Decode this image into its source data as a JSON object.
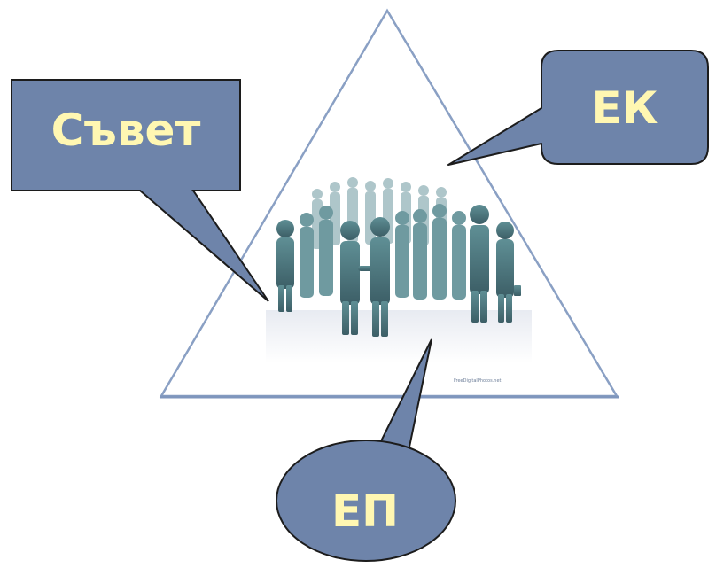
{
  "diagram": {
    "callouts": [
      {
        "id": "council",
        "label": "Съвет",
        "shape": "rectangle"
      },
      {
        "id": "commission",
        "label": "ЕК",
        "shape": "rounded-rectangle"
      },
      {
        "id": "parliament",
        "label": "ЕП",
        "shape": "ellipse"
      }
    ],
    "center_image": "business-people-crowd-silhouettes",
    "image_watermark": "FreeDigitalPhotos.net"
  },
  "colors": {
    "callout_fill": "#6e84aa",
    "callout_stroke": "#1c1c1c",
    "callout_text": "#fff7b2",
    "triangle_stroke": "#8aa0c4"
  }
}
